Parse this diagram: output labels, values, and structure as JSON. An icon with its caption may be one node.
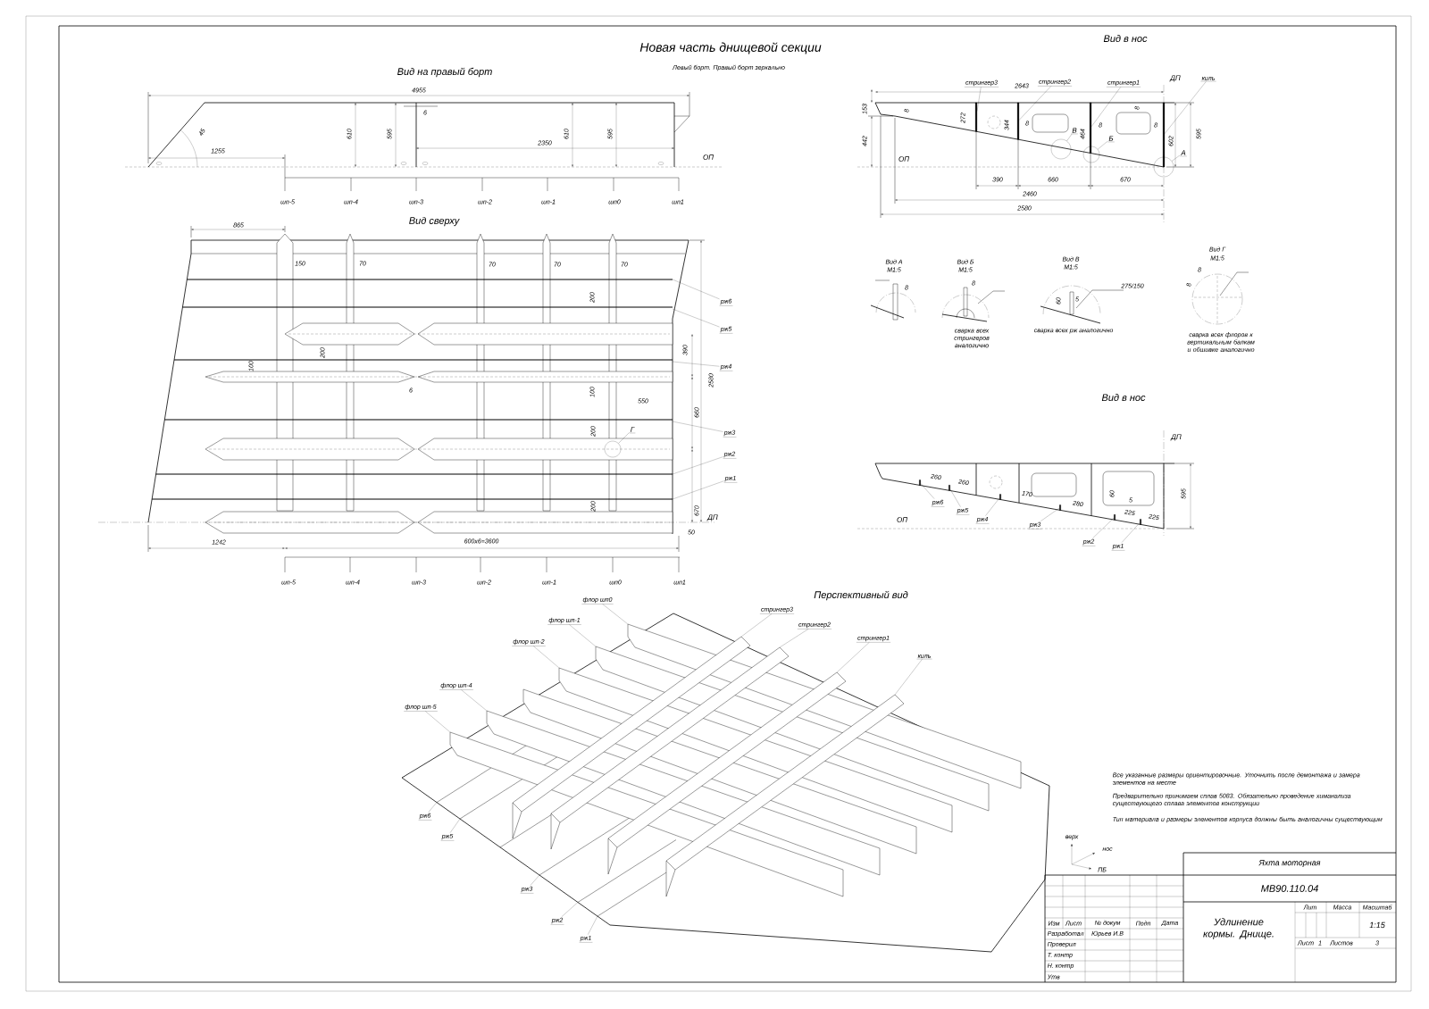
{
  "diagram": {
    "title": "Новая часть днищевой секции",
    "nodes": [
      {
        "text": [
          "стрингер3"
        ]
      },
      {
        "text": [
          "стрингер2"
        ]
      },
      {
        "text": [
          "стрингер1"
        ]
      },
      {
        "text": [
          "киль"
        ]
      },
      {
        "text": [
          "В"
        ]
      },
      {
        "text": [
          "Б"
        ]
      },
      {
        "text": [
          "А"
        ]
      },
      {
        "text": [
          "рж6"
        ]
      },
      {
        "text": [
          "рж5"
        ]
      },
      {
        "text": [
          "рж4"
        ]
      },
      {
        "text": [
          "рж3"
        ]
      },
      {
        "text": [
          "рж2"
        ]
      },
      {
        "text": [
          "рж1"
        ]
      },
      {
        "text": [
          "Г"
        ]
      },
      {
        "text": [
          "рж6"
        ]
      },
      {
        "text": [
          "рж5"
        ]
      },
      {
        "text": [
          "рж4"
        ]
      },
      {
        "text": [
          "рж3"
        ]
      },
      {
        "text": [
          "рж2"
        ]
      },
      {
        "text": [
          "рж1"
        ]
      },
      {
        "text": [
          "флор шп0"
        ]
      },
      {
        "text": [
          "флор шп-1"
        ]
      },
      {
        "text": [
          "флор шп-2"
        ]
      },
      {
        "text": [
          "флор шп-4"
        ]
      },
      {
        "text": [
          "флор шп-5"
        ]
      },
      {
        "text": [
          "стрингер3"
        ]
      },
      {
        "text": [
          "стрингер2"
        ]
      },
      {
        "text": [
          "стрингер1"
        ]
      },
      {
        "text": [
          "киль"
        ]
      },
      {
        "text": [
          "рж6"
        ]
      },
      {
        "text": [
          "рж5"
        ]
      },
      {
        "text": [
          "рж3"
        ]
      },
      {
        "text": [
          "рж2"
        ]
      },
      {
        "text": [
          "рж1"
        ]
      },
      {
        "text": [],
        "shape": "bar"
      },
      {
        "text": [],
        "shape": "bar"
      },
      {
        "text": [],
        "shape": "bar"
      },
      {
        "text": [],
        "shape": "bar"
      },
      {
        "text": [],
        "shape": "circle"
      },
      {
        "text": [],
        "shape": "circle"
      },
      {
        "text": [],
        "shape": "circle"
      },
      {
        "text": [],
        "shape": "circle"
      },
      {
        "text": [],
        "shape": "bar"
      },
      {
        "text": [],
        "shape": "bar"
      },
      {
        "text": [],
        "shape": "bar"
      },
      {
        "text": [],
        "shape": "bar"
      },
      {
        "text": [],
        "shape": "bar"
      },
      {
        "text": [],
        "shape": "bar"
      }
    ],
    "edges": [
      {
        "from": 0,
        "to": 34,
        "arrow": "none"
      },
      {
        "from": 1,
        "to": 35,
        "arrow": "none"
      },
      {
        "from": 2,
        "to": 36,
        "arrow": "none"
      },
      {
        "from": 3,
        "to": 37,
        "arrow": "none"
      },
      {
        "from": 4,
        "to": 38,
        "arrow": "none"
      },
      {
        "from": 5,
        "to": 39,
        "arrow": "none"
      },
      {
        "from": 6,
        "to": 40,
        "arrow": "none"
      },
      {
        "from": 7,
        "to": null,
        "arrow": "none"
      },
      {
        "from": 8,
        "to": null,
        "arrow": "none"
      },
      {
        "from": 9,
        "to": null,
        "arrow": "none"
      },
      {
        "from": 10,
        "to": null,
        "arrow": "none"
      },
      {
        "from": 11,
        "to": null,
        "arrow": "none"
      },
      {
        "from": 12,
        "to": null,
        "arrow": "none"
      },
      {
        "from": 13,
        "to": 41,
        "arrow": "none"
      },
      {
        "from": 14,
        "to": 42,
        "arrow": "none"
      },
      {
        "from": 15,
        "to": 43,
        "arrow": "none"
      },
      {
        "from": 16,
        "to": 44,
        "arrow": "none"
      },
      {
        "from": 17,
        "to": 45,
        "arrow": "none"
      },
      {
        "from": 18,
        "to": 46,
        "arrow": "none"
      },
      {
        "from": 19,
        "to": 47,
        "arrow": "none"
      },
      {
        "from": 20,
        "to": null,
        "arrow": "none"
      },
      {
        "from": 21,
        "to": null,
        "arrow": "none"
      },
      {
        "from": 22,
        "to": null,
        "arrow": "none"
      },
      {
        "from": 23,
        "to": null,
        "arrow": "none"
      },
      {
        "from": 24,
        "to": null,
        "arrow": "none"
      },
      {
        "from": 25,
        "to": null,
        "arrow": "none"
      },
      {
        "from": 26,
        "to": null,
        "arrow": "none"
      },
      {
        "from": 27,
        "to": null,
        "arrow": "none"
      },
      {
        "from": 28,
        "to": null,
        "arrow": "none"
      },
      {
        "from": 29,
        "to": null,
        "arrow": "none"
      },
      {
        "from": 30,
        "to": null,
        "arrow": "none"
      },
      {
        "from": 31,
        "to": null,
        "arrow": "none"
      },
      {
        "from": 32,
        "to": null,
        "arrow": "none"
      },
      {
        "from": 33,
        "to": null,
        "arrow": "none"
      }
    ],
    "labels": [
      "Вид на правый борт",
      "4955",
      "6",
      "45",
      "610",
      "595",
      "1255",
      "2350",
      "610",
      "595",
      "ОП",
      "шп-5",
      "шп-4",
      "шп-3",
      "шп-2",
      "шп-1",
      "шп0",
      "шп1",
      "Левый борт. Правый борт зеркально",
      "Вид сверху",
      "865",
      "150",
      "70",
      "70",
      "70",
      "70",
      "200",
      "200",
      "390",
      "100",
      "2580",
      "6",
      "100",
      "550",
      "660",
      "200",
      "670",
      "200",
      "ДП",
      "50",
      "1242",
      "600x6=3600",
      "шп-5",
      "шп-4",
      "шп-3",
      "шп-2",
      "шп-1",
      "шп0",
      "шп1",
      "Вид в нос",
      "153",
      "2643",
      "ДП",
      "8",
      "272",
      "344",
      "8",
      "464",
      "8",
      "8",
      "8",
      "602",
      "595",
      "442",
      "ОП",
      "390",
      "660",
      "670",
      "2460",
      "2580",
      "Вид А",
      "М1:5",
      "Вид Б",
      "М1:5",
      "Вид В",
      "М1:5",
      "Вид Г",
      "М1:5",
      "8",
      "8",
      "60",
      "5",
      "275/150",
      "8",
      "8",
      "сварка всех стрингеров аналогично",
      "сварка всех рж аналогично",
      "сварка всех флоров к вертикальным балкам и обшивке аналогично",
      "Вид в нос",
      "ДП",
      "260",
      "260",
      "170",
      "280",
      "60",
      "5",
      "225",
      "225",
      "595",
      "ОП",
      "Перспективный вид",
      "Все указанные размеры ориентировочные. Уточнить после демонтажа и замера элементов на месте",
      "Предварительно принимаем сплав 5083. Обязательно проведение химанализа существующего сплава элементов конструкции",
      "Тип материала и размеры элементов корпуса должны быть аналогичны существующим",
      "верх",
      "нос",
      "ПБ",
      "Яхта моторная",
      "МВ90.110.04",
      "Изм",
      "Лист",
      "№ докум",
      "Подп",
      "Дата",
      "Удлинение кормы. Днище.",
      "Лит",
      "Масса",
      "Масштаб",
      "Разработал",
      "Юрьев И.В",
      "1:15",
      "Проверил",
      "Т. контр",
      "Лист",
      "1",
      "Листов",
      "3",
      "Н. контр",
      "Утв"
    ]
  }
}
